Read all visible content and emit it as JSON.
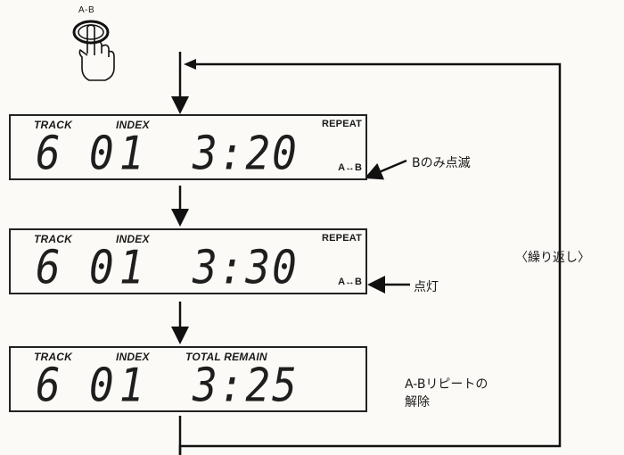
{
  "button": {
    "label": "A-B"
  },
  "panels": [
    {
      "labels": {
        "track": "TRACK",
        "index": "INDEX",
        "right": "REPEAT"
      },
      "digits": {
        "track": "6",
        "index": "01",
        "time": "3:20"
      },
      "indicator": "A↔B"
    },
    {
      "labels": {
        "track": "TRACK",
        "index": "INDEX",
        "right": "REPEAT"
      },
      "digits": {
        "track": "6",
        "index": "01",
        "time": "3:30"
      },
      "indicator": "A↔B"
    },
    {
      "labels": {
        "track": "TRACK",
        "index": "INDEX",
        "right": "TOTAL REMAIN"
      },
      "digits": {
        "track": "6",
        "index": "01",
        "time": "3:25"
      }
    }
  ],
  "notes": {
    "blink_b": "Bのみ点滅",
    "lit": "点灯",
    "release_line1": "A-Bリピートの",
    "release_line2": "解除",
    "repeat_loop": "〈繰り返し〉"
  }
}
